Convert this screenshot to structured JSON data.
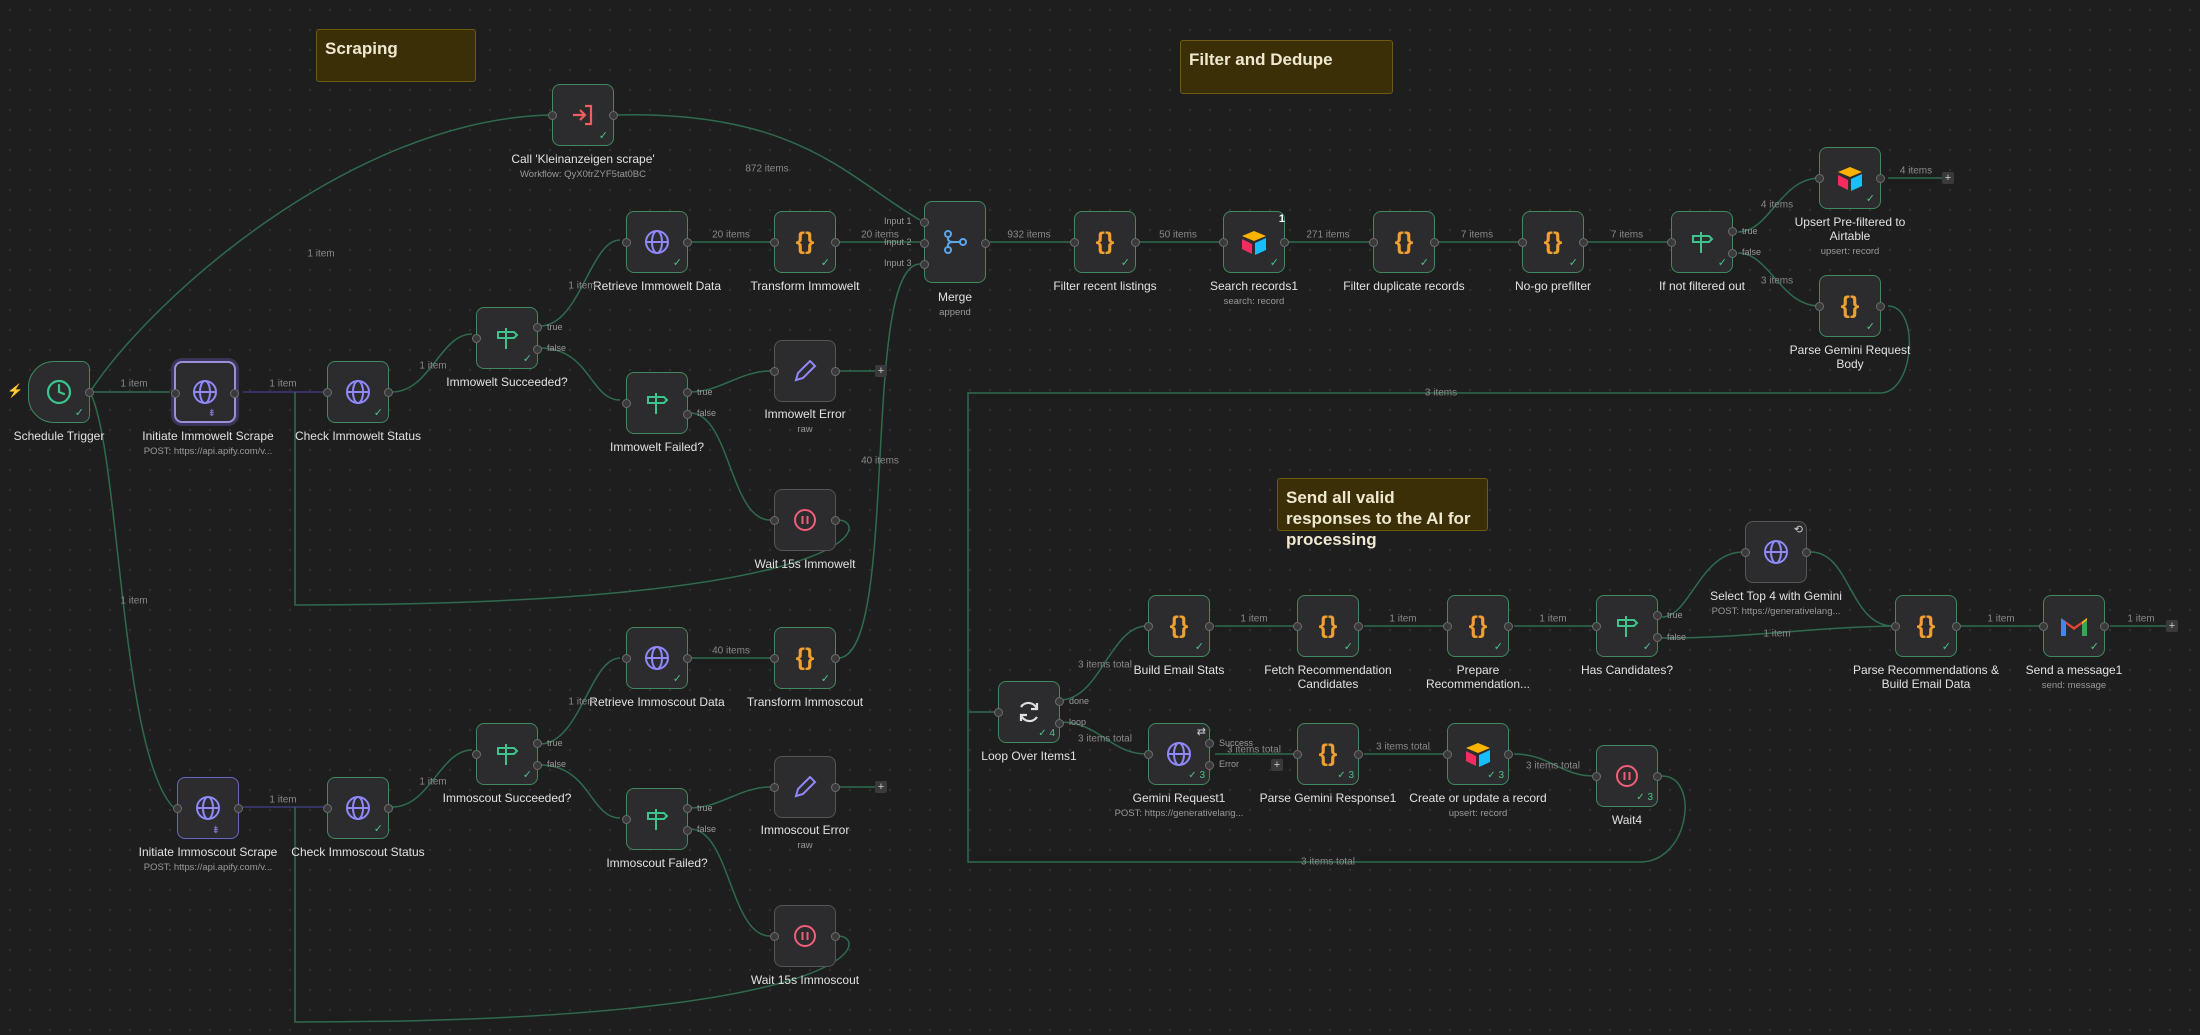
{
  "colors": {
    "background": "#1e1e1f",
    "node_border": "#3f8a5e",
    "wire": "#2f6b4f",
    "sticky": "#3a2f06",
    "accent_selected": "#9b8fd8"
  },
  "sticky_notes": {
    "scraping": "Scraping",
    "filter_dedupe": "Filter and Dedupe",
    "send_ai": "Send all valid responses to the AI for processing"
  },
  "nodes": {
    "schedule_trigger": {
      "title": "Schedule Trigger",
      "icon": "clock-icon"
    },
    "initiate_immowelt": {
      "title": "Initiate Immowelt Scrape",
      "sub": "POST: https://api.apify.com/v...",
      "icon": "globe-icon"
    },
    "check_immowelt": {
      "title": "Check Immowelt Status",
      "icon": "globe-icon"
    },
    "immowelt_succeeded": {
      "title": "Immowelt Succeeded?",
      "icon": "signpost-icon"
    },
    "retrieve_immowelt": {
      "title": "Retrieve Immowelt Data",
      "icon": "globe-icon"
    },
    "transform_immowelt": {
      "title": "Transform Immowelt",
      "icon": "code-braces-icon"
    },
    "immowelt_failed": {
      "title": "Immowelt Failed?",
      "icon": "signpost-icon"
    },
    "immowelt_error": {
      "title": "Immowelt Error",
      "sub": "raw",
      "icon": "pencil-icon"
    },
    "wait_immowelt": {
      "title": "Wait 15s Immowelt",
      "icon": "pause-icon"
    },
    "call_kleinanzeigen": {
      "title": "Call 'Kleinanzeigen scrape'",
      "sub": "Workflow: QyX0trZYF5tat0BC",
      "icon": "enter-icon"
    },
    "merge": {
      "title": "Merge",
      "sub": "append",
      "icon": "merge-icon",
      "inputs": [
        "Input 1",
        "Input 2",
        "Input 3"
      ]
    },
    "filter_recent": {
      "title": "Filter recent listings",
      "icon": "code-braces-icon"
    },
    "search_records": {
      "title": "Search records1",
      "sub": "search: record",
      "icon": "airtable-icon",
      "badge": "1"
    },
    "filter_duplicate": {
      "title": "Filter duplicate records",
      "icon": "code-braces-icon"
    },
    "no_go_prefilter": {
      "title": "No-go prefilter",
      "icon": "code-braces-icon"
    },
    "if_not_filtered": {
      "title": "If not filtered out",
      "icon": "signpost-icon"
    },
    "upsert_prefiltered": {
      "title": "Upsert Pre-filtered to Airtable",
      "sub": "upsert: record",
      "icon": "airtable-icon"
    },
    "parse_gemini_request": {
      "title": "Parse Gemini Request Body",
      "icon": "code-braces-icon"
    },
    "initiate_immoscout": {
      "title": "Initiate Immoscout Scrape",
      "sub": "POST: https://api.apify.com/v...",
      "icon": "globe-icon"
    },
    "check_immoscout": {
      "title": "Check Immoscout Status",
      "icon": "globe-icon"
    },
    "immoscout_succeeded": {
      "title": "Immoscout Succeeded?",
      "icon": "signpost-icon"
    },
    "retrieve_immoscout": {
      "title": "Retrieve Immoscout Data",
      "icon": "globe-icon"
    },
    "transform_immoscout": {
      "title": "Transform Immoscout",
      "icon": "code-braces-icon"
    },
    "immoscout_failed": {
      "title": "Immoscout Failed?",
      "icon": "signpost-icon"
    },
    "immoscout_error": {
      "title": "Immoscout Error",
      "sub": "raw",
      "icon": "pencil-icon"
    },
    "wait_immoscout": {
      "title": "Wait 15s Immoscout",
      "icon": "pause-icon"
    },
    "loop_over_items": {
      "title": "Loop Over Items1",
      "icon": "refresh-icon",
      "count": "4",
      "outputs": [
        "done",
        "loop"
      ]
    },
    "build_email_stats": {
      "title": "Build Email Stats",
      "icon": "code-braces-icon"
    },
    "fetch_recommendation": {
      "title": "Fetch Recommendation Candidates",
      "icon": "code-braces-icon"
    },
    "prepare_recommendation": {
      "title": "Prepare Recommendation...",
      "icon": "code-braces-icon"
    },
    "has_candidates": {
      "title": "Has Candidates?",
      "icon": "signpost-icon"
    },
    "select_top4": {
      "title": "Select Top 4 with Gemini",
      "sub": "POST: https://generativelang...",
      "icon": "globe-icon"
    },
    "parse_recommendations": {
      "title": "Parse Recommendations & Build Email Data",
      "icon": "code-braces-icon"
    },
    "send_message": {
      "title": "Send a message1",
      "sub": "send: message",
      "icon": "gmail-icon"
    },
    "gemini_request": {
      "title": "Gemini Request1",
      "sub": "POST: https://generativelang...",
      "icon": "globe-icon",
      "count": "3",
      "outputs": [
        "Success",
        "Error"
      ]
    },
    "parse_gemini_response": {
      "title": "Parse Gemini Response1",
      "icon": "code-braces-icon",
      "count": "3"
    },
    "create_update_record": {
      "title": "Create or update a record",
      "sub": "upsert: record",
      "icon": "airtable-icon",
      "count": "3"
    },
    "wait4": {
      "title": "Wait4",
      "icon": "pause-icon",
      "count": "3"
    }
  },
  "branch_labels": {
    "true": "true",
    "false": "false"
  },
  "connection_labels": {
    "sched_init": "1 item",
    "init_check": "1 item",
    "check_succ": "1 item",
    "succ_retrieve": "1 item",
    "retrieve_transform": "20 items",
    "transform_merge": "20 items",
    "call_merge": "872 items",
    "sched_call": "1 item",
    "merge_filter": "932 items",
    "filter_search": "50 items",
    "search_dup": "271 items",
    "dup_nogo": "7 items",
    "nogo_if": "7 items",
    "if_upsert": "4 items",
    "upsert_out": "4 items",
    "if_parse": "3 items",
    "parse_loop": "3 items",
    "immoscout_merge": "40 items",
    "sched_immoscout": "1 item",
    "iscout_check": "1 item",
    "iscout_succ": "1 item",
    "iscout_retrieve": "1 item",
    "iscout_transform": "40 items",
    "loop_done": "3 items total",
    "loop_loop": "3 items total",
    "build_fetch": "1 item",
    "fetch_prepare": "1 item",
    "prepare_has": "1 item",
    "has_parse": "1 item",
    "parse_send": "1 item",
    "send_out": "1 item",
    "gemini_parse": "3 items total",
    "parse_create": "3 items total",
    "create_wait": "3 items total",
    "wait_back": "3 items total"
  }
}
